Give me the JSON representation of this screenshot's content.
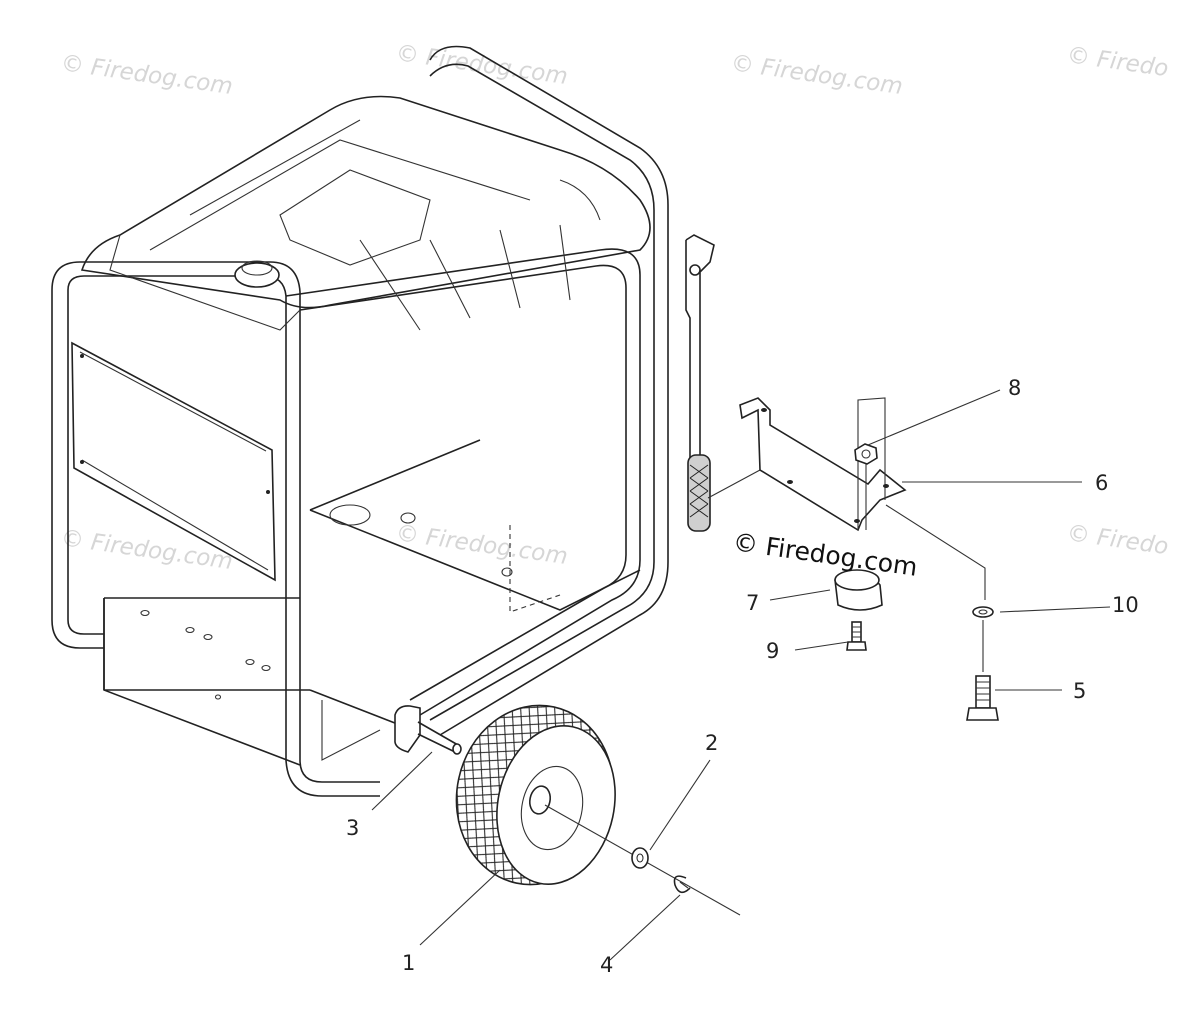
{
  "watermark": {
    "text": "© Firedog.com",
    "faint_text": "© Firedog.com",
    "edge_text_right": "© Firedo"
  },
  "callouts": {
    "c1": "1",
    "c2": "2",
    "c3": "3",
    "c4": "4",
    "c5": "5",
    "c6": "6",
    "c7": "7",
    "c8": "8",
    "c9": "9",
    "c10": "10"
  },
  "colors": {
    "line": "#222222",
    "watermark_faint": "#d6d6d6",
    "background": "#ffffff"
  }
}
